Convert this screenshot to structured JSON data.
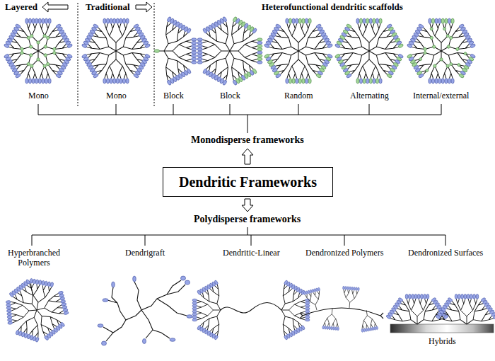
{
  "diagram": {
    "nodes": [
      {
        "text": [
          "Dendritic Frameworks"
        ]
      }
    ],
    "labels": [
      "Layered",
      "Traditional",
      "Heterofunctional dendritic scaffolds",
      "Mono",
      "Mono",
      "Block",
      "Block",
      "Random",
      "Alternating",
      "Internal/external",
      "Monodisperse frameworks",
      "Polydisperse frameworks",
      "Hyperbranched Polymers",
      "Dendrigraft",
      "Dendritic-Linear",
      "Dendronized Polymers",
      "Dendronized Surfaces",
      "Hybrids"
    ]
  }
}
